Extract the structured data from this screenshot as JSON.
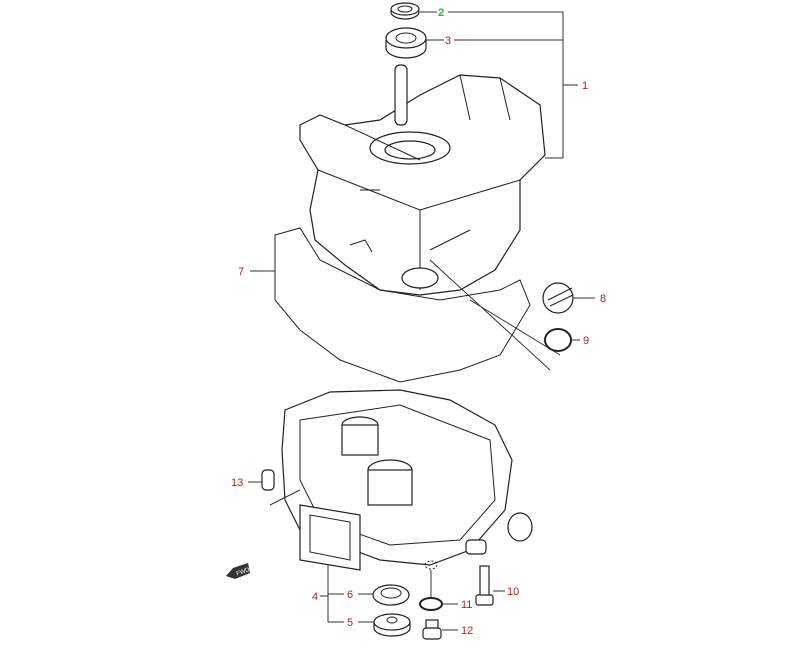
{
  "diagram": {
    "fwd_marker": "FWD",
    "callouts": [
      {
        "id": "1",
        "label": "1"
      },
      {
        "id": "2",
        "label": "2",
        "highlighted": true
      },
      {
        "id": "3",
        "label": "3"
      },
      {
        "id": "4",
        "label": "4"
      },
      {
        "id": "5",
        "label": "5"
      },
      {
        "id": "6",
        "label": "6"
      },
      {
        "id": "7",
        "label": "7"
      },
      {
        "id": "8",
        "label": "8"
      },
      {
        "id": "9",
        "label": "9"
      },
      {
        "id": "10",
        "label": "10"
      },
      {
        "id": "11",
        "label": "11"
      },
      {
        "id": "12",
        "label": "12"
      },
      {
        "id": "13",
        "label": "13"
      }
    ],
    "colors": {
      "label": "#b22222",
      "highlight": "#2bb32b",
      "line": "#222222"
    }
  }
}
